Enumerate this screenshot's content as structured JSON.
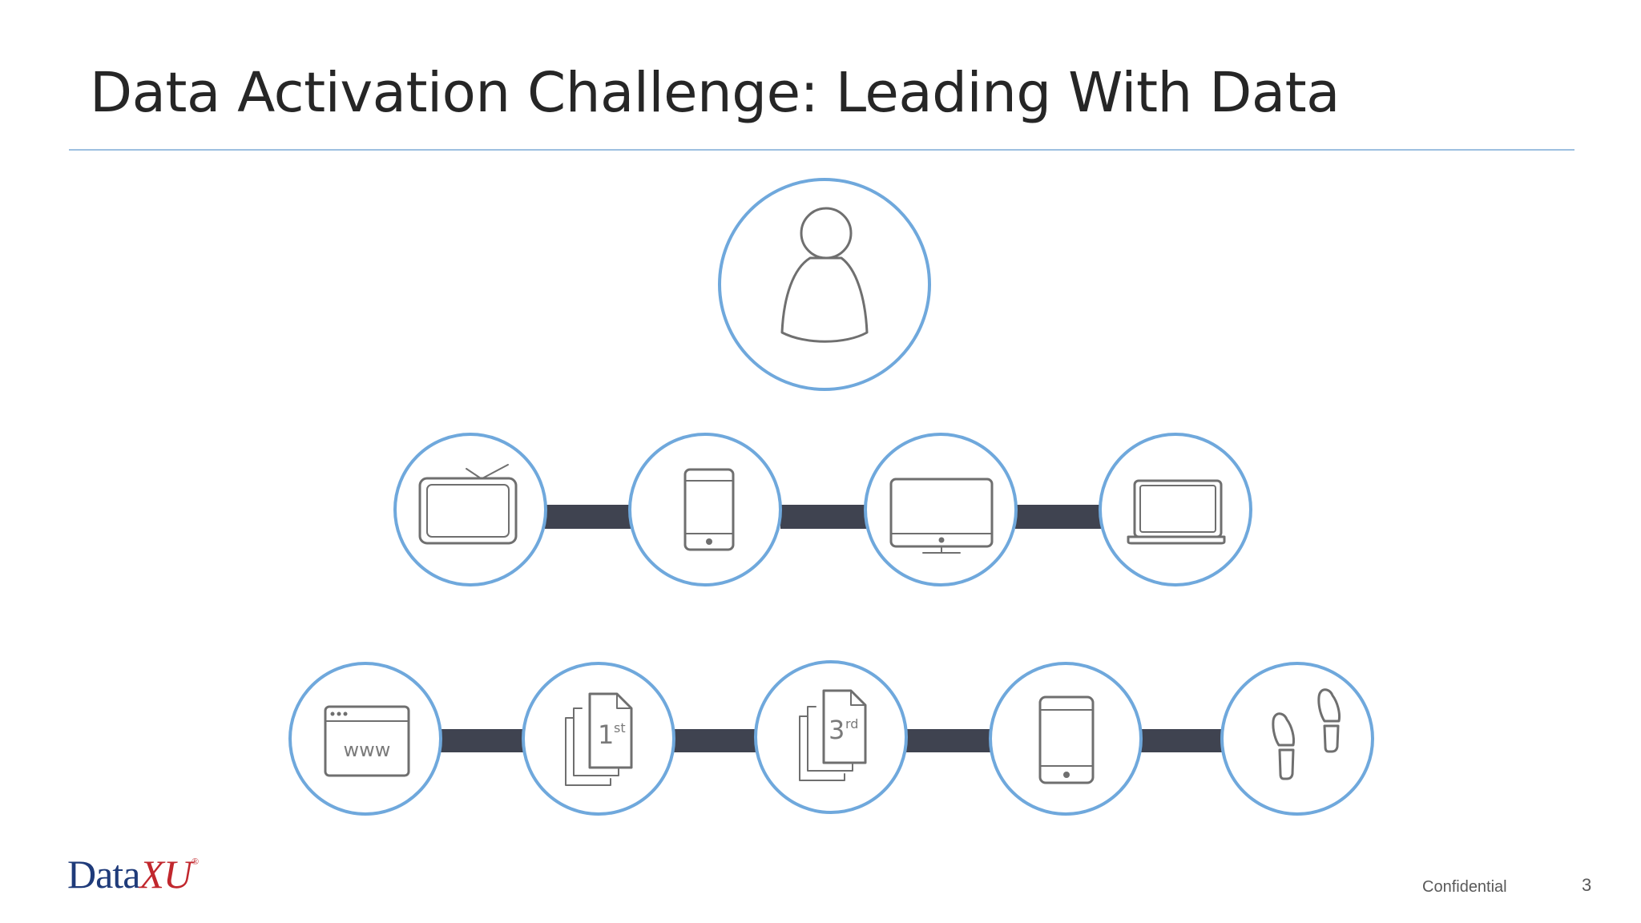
{
  "slide": {
    "title": "Data Activation Challenge: Leading With Data",
    "footer": {
      "confidential": "Confidential",
      "page_number": "3"
    },
    "logo": {
      "text_main": "Data",
      "text_accent": "XU",
      "registered_mark": "®"
    }
  },
  "colors": {
    "circle_stroke": "#6fa8dc",
    "connector": "#3f4350",
    "icon_stroke": "#6f6f6f",
    "rule": "#9dbfe0",
    "logo_blue": "#1f3b7a",
    "logo_red": "#c1272d"
  },
  "diagram": {
    "top_node": {
      "icon": "person-icon"
    },
    "device_row": [
      {
        "icon": "tv-icon"
      },
      {
        "icon": "smartphone-icon"
      },
      {
        "icon": "desktop-monitor-icon"
      },
      {
        "icon": "laptop-icon"
      }
    ],
    "data_row": [
      {
        "icon": "www-browser-icon",
        "label": "www"
      },
      {
        "icon": "first-party-data-icon",
        "label": "1",
        "superscript": "st"
      },
      {
        "icon": "third-party-data-icon",
        "label": "3",
        "superscript": "rd"
      },
      {
        "icon": "tablet-icon"
      },
      {
        "icon": "footprints-icon"
      }
    ]
  }
}
